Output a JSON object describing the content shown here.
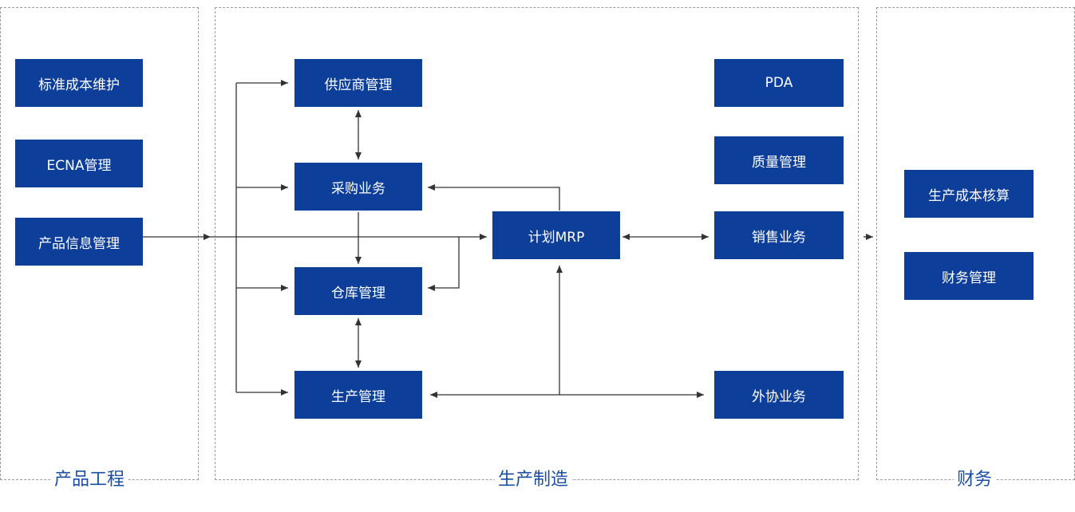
{
  "sections": {
    "product_engineering": "产品工程",
    "manufacturing": "生产制造",
    "finance": "财务"
  },
  "modules": {
    "standard_cost": "标准成本维护",
    "ecna": "ECNA管理",
    "product_info": "产品信息管理",
    "supplier": "供应商管理",
    "purchasing": "采购业务",
    "warehouse": "仓库管理",
    "production": "生产管理",
    "mrp": "计划MRP",
    "pda": "PDA",
    "quality": "质量管理",
    "sales": "销售业务",
    "outsourcing": "外协业务",
    "production_cost": "生产成本核算",
    "finance_mgmt": "财务管理"
  },
  "colors": {
    "box_fill": "#0d3f9a",
    "box_text": "#ffffff",
    "section_title": "#1a4ea3",
    "connector": "#333333",
    "panel_border": "#9a9a9a"
  }
}
